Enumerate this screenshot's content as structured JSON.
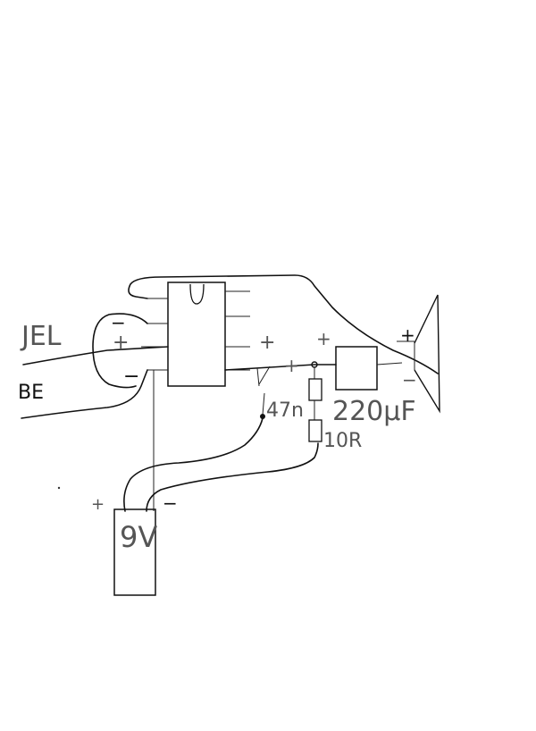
{
  "labels": {
    "input_in": "JEL",
    "input_ground": "BE",
    "input_plus": "+",
    "input_minus": "−",
    "output_plus": "+",
    "junction_plus": "+",
    "cap_small_plus": "+",
    "cap_small_value": "47n",
    "resistor_value": "10R",
    "cap_large_plus": "+",
    "cap_large_value": "220μF",
    "speaker_plus": "+",
    "speaker_minus": "−",
    "battery_plus": "+",
    "battery_minus": "−",
    "battery_value": "9V"
  },
  "colors": {
    "ink": "#111111",
    "label_gray": "#555555",
    "background": "#ffffff"
  }
}
